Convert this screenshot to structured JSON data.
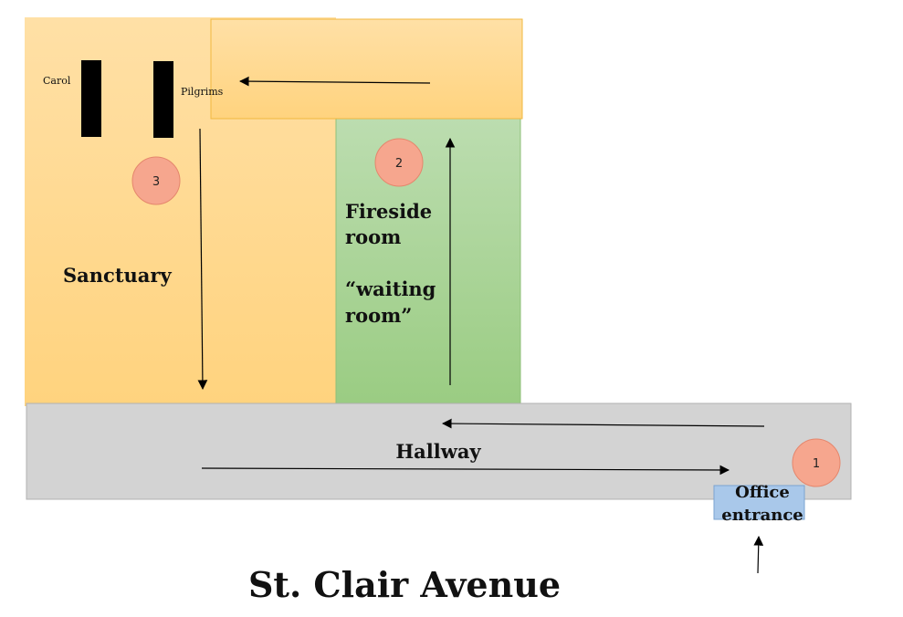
{
  "colors": {
    "sanctuary_top": "#FFE0A6",
    "sanctuary_bottom": "#FFD37E",
    "fireside_top": "#BCDDB0",
    "fireside_bottom": "#9ACC82",
    "hallway": "#D3D3D3",
    "office": "#A9C8EA",
    "marker": "#F6A68E",
    "marker_stroke": "#E5866C",
    "pew": "#000000",
    "arrow": "#000000"
  },
  "rooms": {
    "sanctuary": {
      "label": "Sanctuary"
    },
    "fireside": {
      "label_lines": [
        "Fireside",
        "room",
        "",
        "“waiting",
        "room”"
      ]
    },
    "hallway": {
      "label": "Hallway"
    },
    "office": {
      "label_lines": [
        "Office",
        "entrance"
      ]
    }
  },
  "pews": {
    "left_label": "Carol",
    "right_label": "Pilgrims"
  },
  "markers": [
    "1",
    "2",
    "3"
  ],
  "street": {
    "label": "St. Clair Avenue"
  }
}
